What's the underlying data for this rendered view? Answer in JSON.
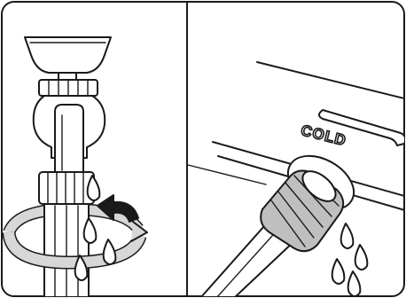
{
  "panels": {
    "left": {
      "subject": "faucet-hose-connection"
    },
    "right": {
      "subject": "washer-cold-inlet-connection",
      "inlet_label": "COLD"
    }
  },
  "colors": {
    "ink": "#1a1a1a",
    "frame_fill": "#ffffff",
    "shade": "#bfbfbf",
    "rotation_arrow": "#d7d7d7"
  }
}
